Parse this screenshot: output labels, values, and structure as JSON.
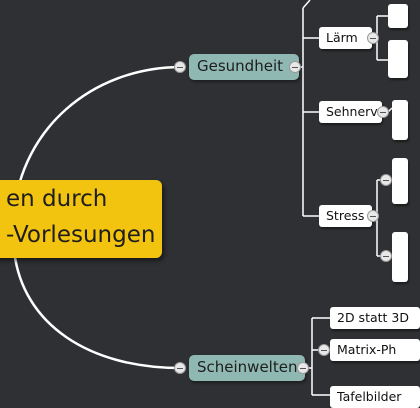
{
  "mindmap": {
    "central": {
      "line1": "en durch",
      "line2": "-Vorlesungen"
    },
    "topics": [
      {
        "label": "Gesundheit",
        "subtopics": [
          {
            "label": "Lärm"
          },
          {
            "label": "Sehnerv"
          },
          {
            "label": "Stress"
          }
        ]
      },
      {
        "label": "Scheinwelten",
        "subtopics": [
          {
            "label": "2D statt 3D"
          },
          {
            "label": "Matrix-Ph"
          },
          {
            "label": "Tafelbilder"
          }
        ]
      }
    ]
  },
  "colors": {
    "background": "#2e3033",
    "central": "#f2c40f",
    "topic": "#8fb8b2",
    "subtopic": "#ffffff",
    "lines": "#ffffff"
  },
  "icons": {
    "collapse": "minus-circle-icon"
  }
}
